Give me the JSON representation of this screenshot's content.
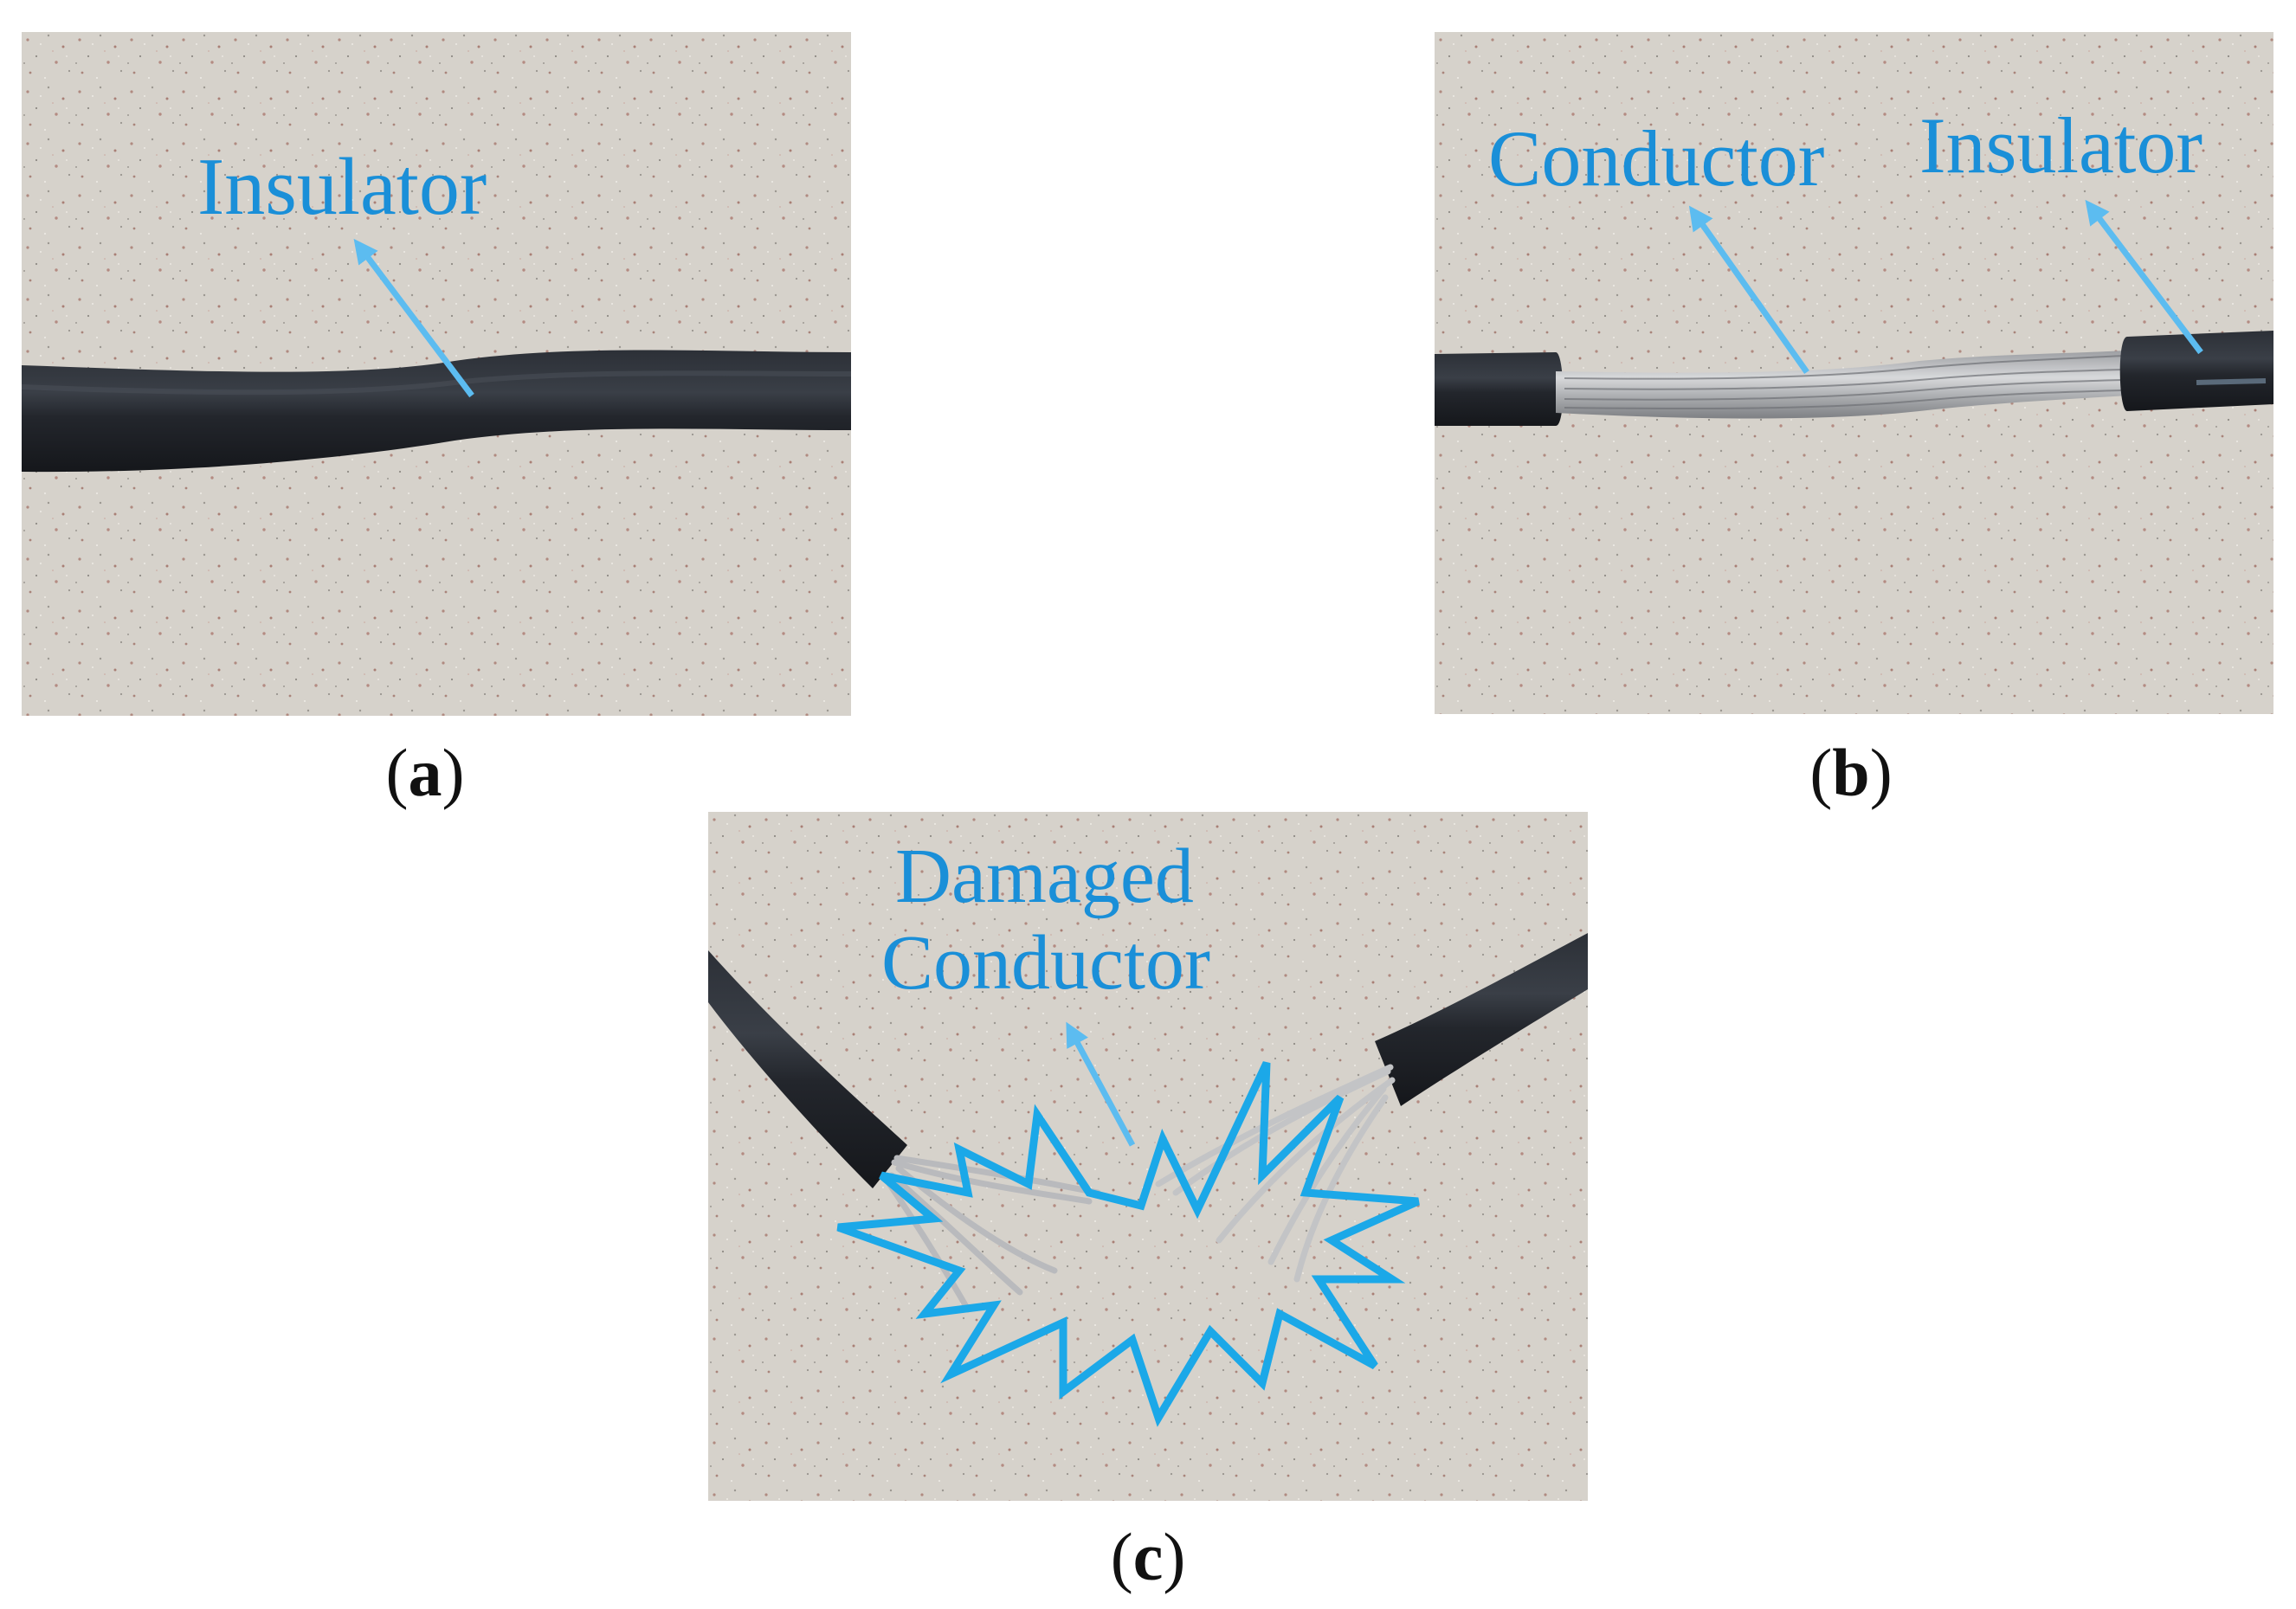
{
  "figure": {
    "panels": [
      {
        "id": "a",
        "caption_letter": "a",
        "labels": [
          "Insulator"
        ]
      },
      {
        "id": "b",
        "caption_letter": "b",
        "labels": [
          "Conductor",
          "Insulator"
        ]
      },
      {
        "id": "c",
        "caption_letter": "c",
        "labels": [
          "Damaged",
          "Conductor"
        ]
      }
    ],
    "colors": {
      "annotation_text": "#1a8fd8",
      "arrow": "#5cbcf0",
      "burst_outline": "#1ba8e8",
      "background_surface": "#d7d3cc",
      "cable_insulation": "#23262c",
      "conductor_strands": "#b8b9bb"
    }
  }
}
